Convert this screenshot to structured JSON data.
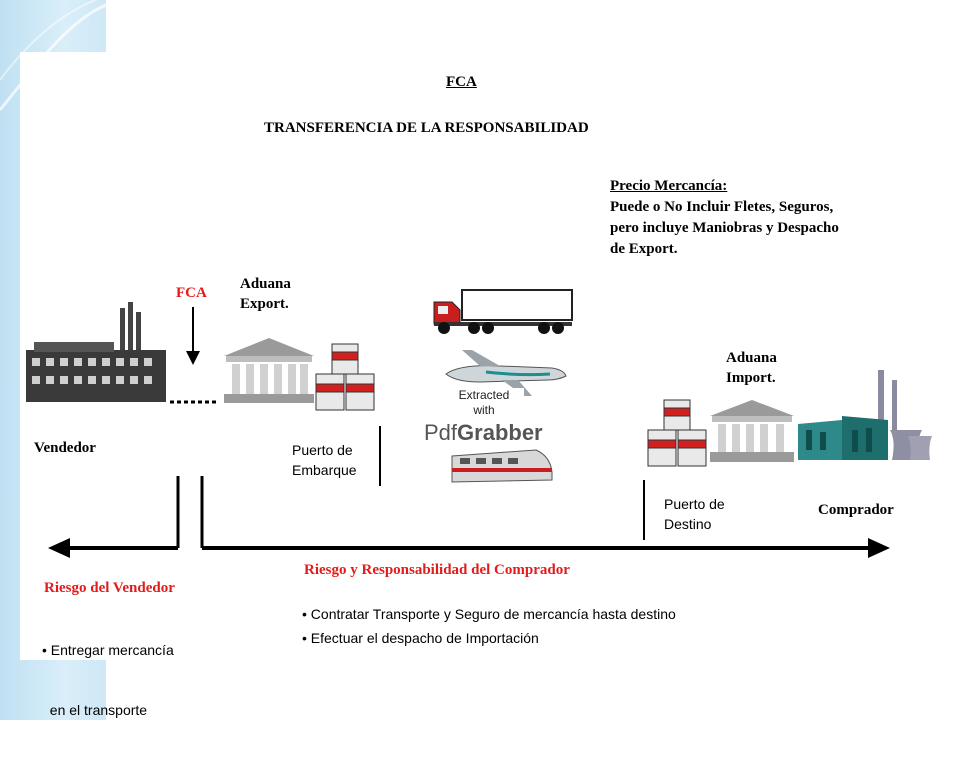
{
  "diagram": {
    "title": "FCA",
    "subtitle": "TRANSFERENCIA DE LA RESPONSABILIDAD",
    "price": {
      "heading": "Precio Mercancía:",
      "lines": [
        "Puede o No Incluir Fletes, Seguros,",
        "pero incluye Maniobras y Despacho",
        "de Export."
      ]
    },
    "fca_marker": "FCA",
    "customs_export": [
      "Aduana",
      "Export."
    ],
    "customs_import": [
      "Aduana",
      "Import."
    ],
    "seller": "Vendedor",
    "buyer": "Comprador",
    "port_shipment": [
      "Puerto de",
      "Embarque"
    ],
    "port_destination": [
      "Puerto de",
      "Destino"
    ],
    "seller_risk": {
      "heading": "Riesgo del Vendedor",
      "items": [
        "• Entregar mercancía",
        "  en el transporte"
      ]
    },
    "buyer_risk": {
      "heading": "Riesgo y Responsabilidad del Comprador",
      "items": [
        "• Contratar Transporte y Seguro de mercancía hasta destino",
        "• Efectuar el despacho de Importación"
      ]
    },
    "watermark": {
      "line1": "Extracted",
      "line2": "with",
      "brand_a": "Pdf",
      "brand_b": "Grabber"
    }
  },
  "colors": {
    "accent_red": "#e31b1b",
    "sidebar_blue": "#cfe8f6"
  }
}
